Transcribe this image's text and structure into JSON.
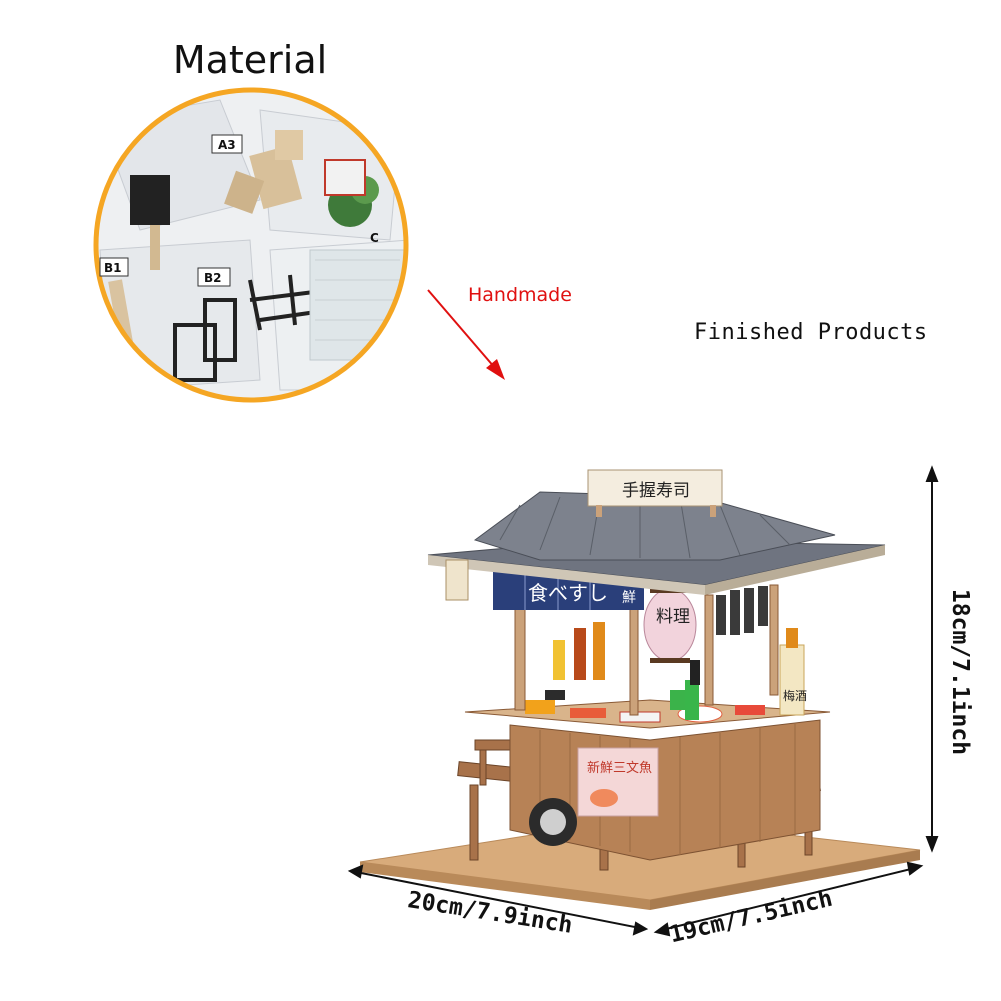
{
  "material": {
    "title": "Material",
    "bag_tags": [
      "A3",
      "B1",
      "B2",
      "C"
    ]
  },
  "handmade": {
    "label": "Handmade"
  },
  "finished": {
    "label": "Finished Products"
  },
  "stall_signs": {
    "top_sign": "手握寿司",
    "noren": "食べすし",
    "noren_badge": "鮮",
    "lantern": "料理",
    "cart_poster": "新鮮三文魚",
    "bottle_tag": "梅酒"
  },
  "dimensions": {
    "height": "18cm/7.1inch",
    "width": "20cm/7.9inch",
    "depth": "19cm/7.5inch"
  },
  "colors": {
    "circle_border": "#f5a623",
    "arrow_red": "#e01010",
    "roof": "#6f7480",
    "wood": "#b78256",
    "base": "#d8ab7b",
    "noren": "#2a3f7a",
    "lantern": "#f2d3dc"
  }
}
